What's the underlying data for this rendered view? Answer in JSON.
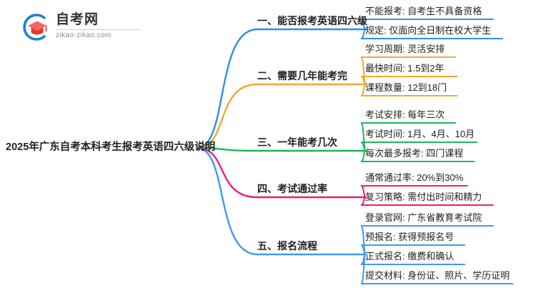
{
  "logo": {
    "name": "自考网",
    "domain": "zikao-zikao.com",
    "mark_icon": "graduation-cap-icon",
    "arc_color": "#1e7fd4",
    "cap_color": "#e8372f",
    "cap_shadow_color": "#f06a62"
  },
  "root": {
    "title": "2025年广东自考本科考生报考英语四六级说明"
  },
  "branches": [
    {
      "id": "branch-1",
      "label": "一、能否报考英语四六级",
      "color": "#2f8fe8",
      "children": [
        {
          "label": "不能报考: 自考生不具备资格"
        },
        {
          "label": "规定: 仅面向全日制在校大学生"
        }
      ]
    },
    {
      "id": "branch-2",
      "label": "二、需要几年能考完",
      "color": "#efa930",
      "children": [
        {
          "label": "学习周期: 灵活安排"
        },
        {
          "label": "最快时间: 1.5到2年"
        },
        {
          "label": "课程数量: 12到18门"
        }
      ]
    },
    {
      "id": "branch-3",
      "label": "三、一年能考几次",
      "color": "#1cb85c",
      "children": [
        {
          "label": "考试安排: 每年三次"
        },
        {
          "label": "考试时间: 1月、4月、10月"
        },
        {
          "label": "每次最多报考: 四门课程"
        }
      ]
    },
    {
      "id": "branch-4",
      "label": "四、考试通过率",
      "color": "#ed1e6e",
      "children": [
        {
          "label": "通常通过率: 20%到30%"
        },
        {
          "label": "复习策略: 需付出时间和精力"
        }
      ]
    },
    {
      "id": "branch-5",
      "label": "五、报名流程",
      "color": "#3d9aef",
      "children": [
        {
          "label": "登录官网: 广东省教育考试院"
        },
        {
          "label": "预报名: 获得预报名号"
        },
        {
          "label": "正式报名: 缴费和确认"
        },
        {
          "label": "提交材料: 身份证、照片、学历证明"
        }
      ]
    }
  ]
}
